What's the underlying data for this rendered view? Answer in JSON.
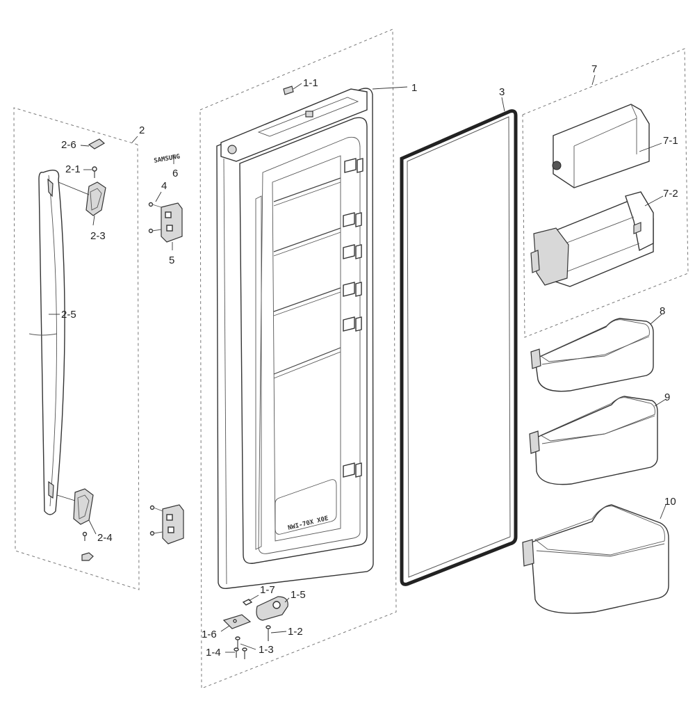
{
  "labels": {
    "l1": "1",
    "l1_1": "1-1",
    "l1_2": "1-2",
    "l1_3": "1-3",
    "l1_4": "1-4",
    "l1_5": "1-5",
    "l1_6": "1-6",
    "l1_7": "1-7",
    "l2": "2",
    "l2_1": "2-1",
    "l2_3": "2-3",
    "l2_4": "2-4",
    "l2_5": "2-5",
    "l2_6": "2-6",
    "l3": "3",
    "l4": "4",
    "l5": "5",
    "l6": "6",
    "l7": "7",
    "l7_1": "7-1",
    "l7_2": "7-2",
    "l8": "8",
    "l9": "9",
    "l10": "10"
  },
  "markings": {
    "logo": "SAMSUNG",
    "door_stamp": "NWI-70X X0E"
  },
  "colors": {
    "line": "#333333",
    "fill": "#ffffff",
    "shade": "#d8d8d8"
  }
}
